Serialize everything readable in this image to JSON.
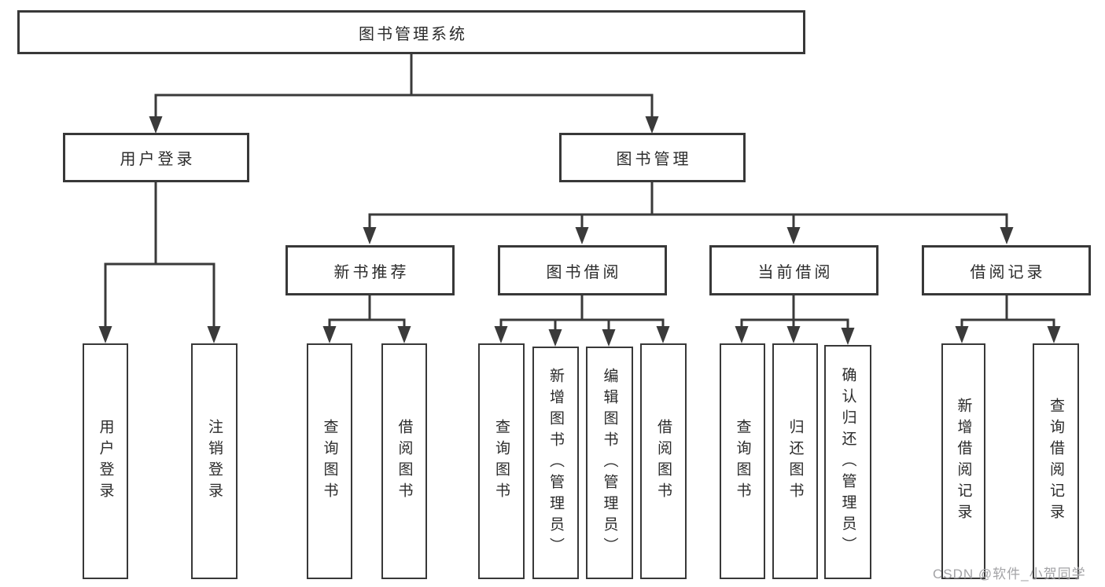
{
  "diagram": {
    "kind": "hierarchy-tree",
    "title": "图书管理系统"
  },
  "colors": {
    "line": "#3a3a3a",
    "border": "#383838",
    "text": "#2b2b2b",
    "background": "#ffffff",
    "watermark": "#a3a3a6"
  },
  "tree": {
    "root": {
      "label": "图书管理系统"
    },
    "branches": [
      {
        "label": "用户登录",
        "children": [
          {
            "label": "用户登录"
          },
          {
            "label": "注销登录"
          }
        ]
      },
      {
        "label": "图书管理",
        "children": [
          {
            "label": "新书推荐",
            "children": [
              {
                "label": "查询图书"
              },
              {
                "label": "借阅图书"
              }
            ]
          },
          {
            "label": "图书借阅",
            "children": [
              {
                "label": "查询图书"
              },
              {
                "label": "新增图书（管理员）"
              },
              {
                "label": "编辑图书（管理员）"
              },
              {
                "label": "借阅图书"
              }
            ]
          },
          {
            "label": "当前借阅",
            "children": [
              {
                "label": "查询图书"
              },
              {
                "label": "归还图书"
              },
              {
                "label": "确认归还（管理员）"
              }
            ]
          },
          {
            "label": "借阅记录",
            "children": [
              {
                "label": "新增借阅记录"
              },
              {
                "label": "查询借阅记录"
              }
            ]
          }
        ]
      }
    ]
  },
  "watermark": {
    "text": "CSDN @软件_小贺同学"
  }
}
